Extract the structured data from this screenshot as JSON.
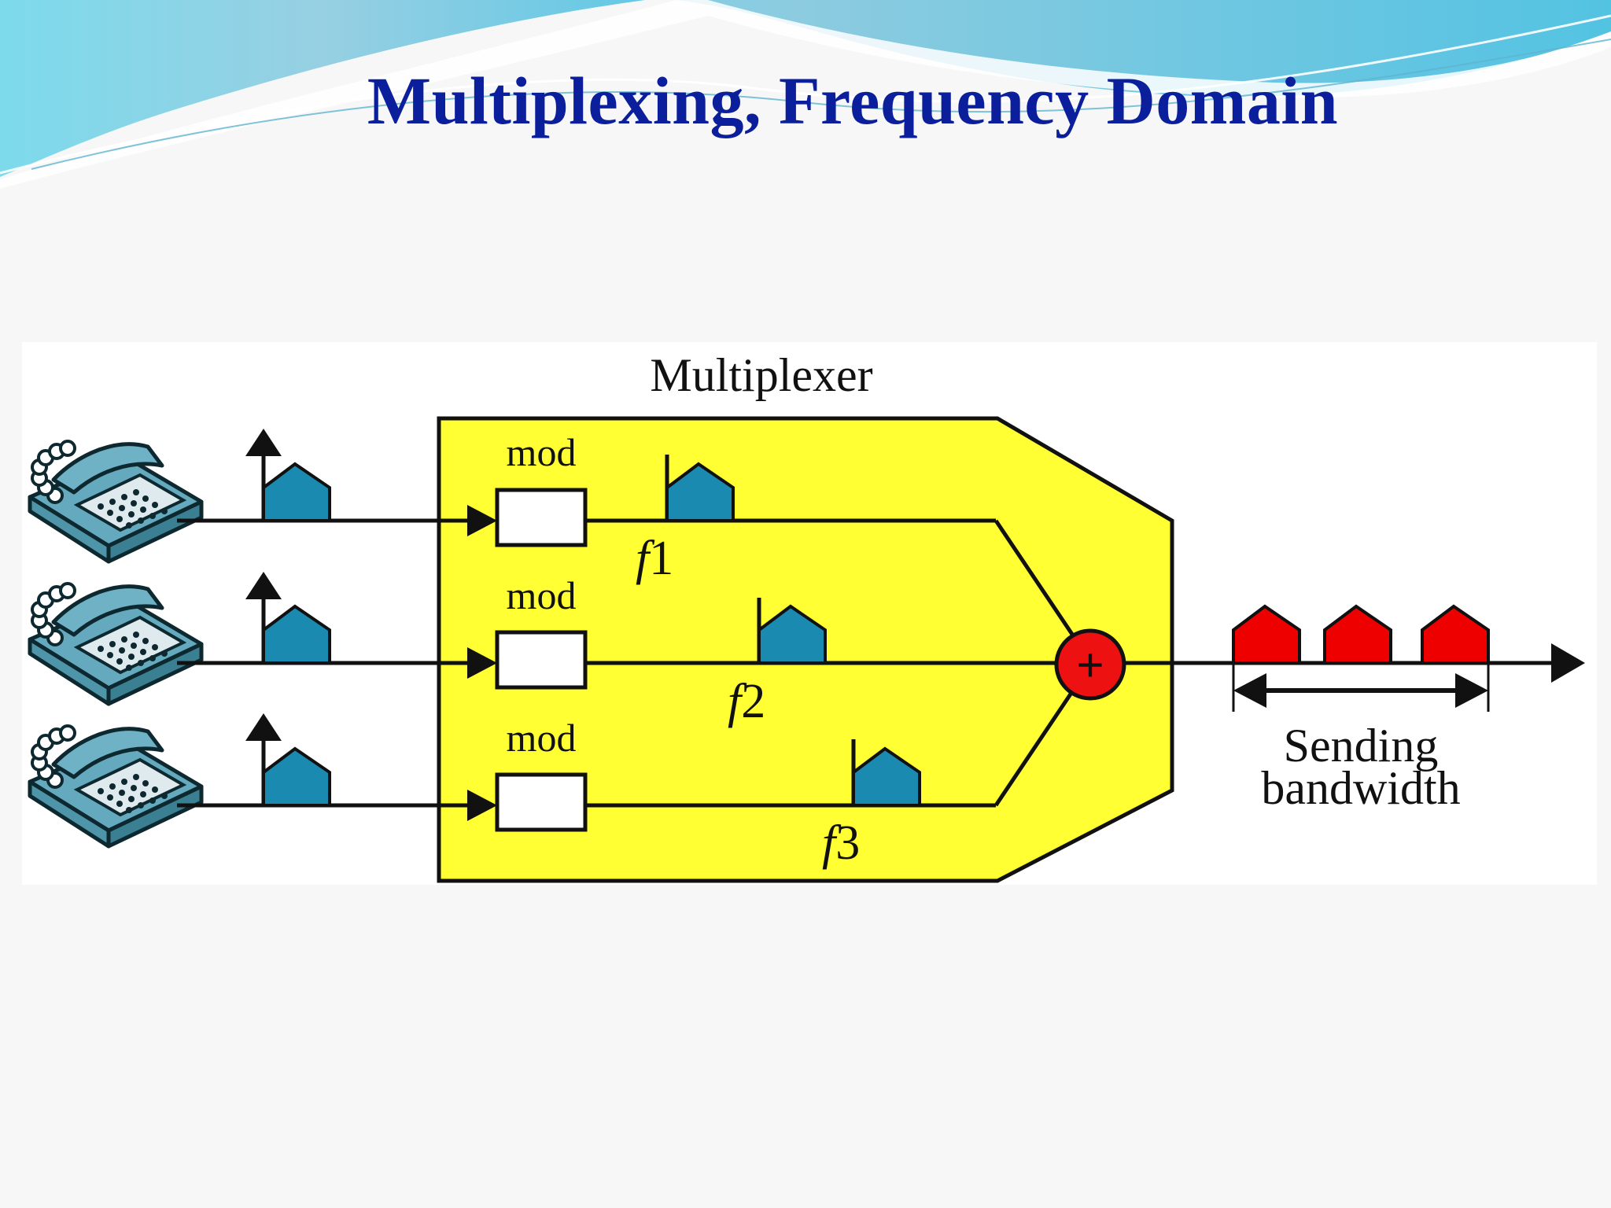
{
  "slide": {
    "title": "Multiplexing, Frequency Domain"
  },
  "diagram": {
    "multiplexer_label": "Multiplexer",
    "channels": [
      {
        "modulator_label": "mod",
        "frequency_label_italic": "f",
        "frequency_label_index": "1"
      },
      {
        "modulator_label": "mod",
        "frequency_label_italic": "f",
        "frequency_label_index": "2"
      },
      {
        "modulator_label": "mod",
        "frequency_label_italic": "f",
        "frequency_label_index": "3"
      }
    ],
    "adder_symbol": "+",
    "output_label_line1": "Sending",
    "output_label_line2": "bandwidth",
    "colors": {
      "multiplexer_fill": "#ffff33",
      "input_spectrum": "#1b8ab0",
      "output_spectrum": "#ee0000",
      "adder": "#ee1111",
      "title": "#0b1f9c"
    }
  }
}
